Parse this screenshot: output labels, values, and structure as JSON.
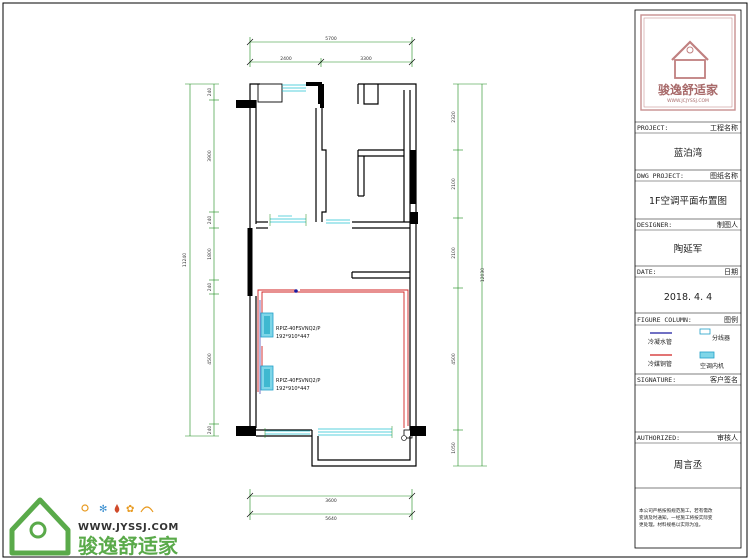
{
  "title_block": {
    "project_label": "PROJECT:",
    "project_label_cn": "工程名称",
    "project_value": "蓝泊湾",
    "dwg_label": "DWG PROJECT:",
    "dwg_label_cn": "图纸名称",
    "dwg_value": "1F空调平面布置图",
    "designer_label": "DESIGNER:",
    "designer_label_cn": "制图人",
    "designer_value": "陶延军",
    "date_label": "DATE:",
    "date_label_cn": "日期",
    "date_value": "2018. 4. 4",
    "figure_label": "FIGURE COLUMN:",
    "figure_label_cn": "图例",
    "legend": {
      "cold_water_pipe": "冷凝水管",
      "split_unit": "分线器",
      "refrigerant_pipe": "冷媒铜管",
      "indoor_unit": "空调内机"
    },
    "signature_label": "SIGNATURE:",
    "signature_label_cn": "客户签名",
    "authorized_label": "AUTHORIZED:",
    "authorized_label_cn": "审核人",
    "authorized_value": "周言丞",
    "note_lines": [
      "本公司严格按照规范施工，若有需改",
      "变请及时通知，一经施工将按实际变",
      "更处理。材料规格以实际为准。"
    ],
    "logo_text": "骏逸舒适家",
    "logo_url": "WWW.JCJYSSJ.COM"
  },
  "floor_plan": {
    "unit_labels": [
      {
        "model": "RPIZ-40FSVNQ2/P",
        "size": "192*910*447"
      },
      {
        "model": "RPIZ-40FSVNQ2/P",
        "size": "192*910*447"
      }
    ],
    "dims_top": {
      "total": "5700",
      "left": "2400",
      "right": "3300"
    },
    "dims_bottom": {
      "left": "3600",
      "total": "5640"
    },
    "dims_left": {
      "total": "11240",
      "segments": [
        "240",
        "3900",
        "240",
        "1800",
        "240",
        "4500",
        "240"
      ]
    },
    "dims_right": {
      "total": "12030",
      "segments": [
        "2320",
        "2100",
        "2100",
        "4500",
        "1050"
      ]
    }
  },
  "watermark": {
    "url": "WWW.JYSSJ.COM",
    "brand": "骏逸舒适家"
  }
}
